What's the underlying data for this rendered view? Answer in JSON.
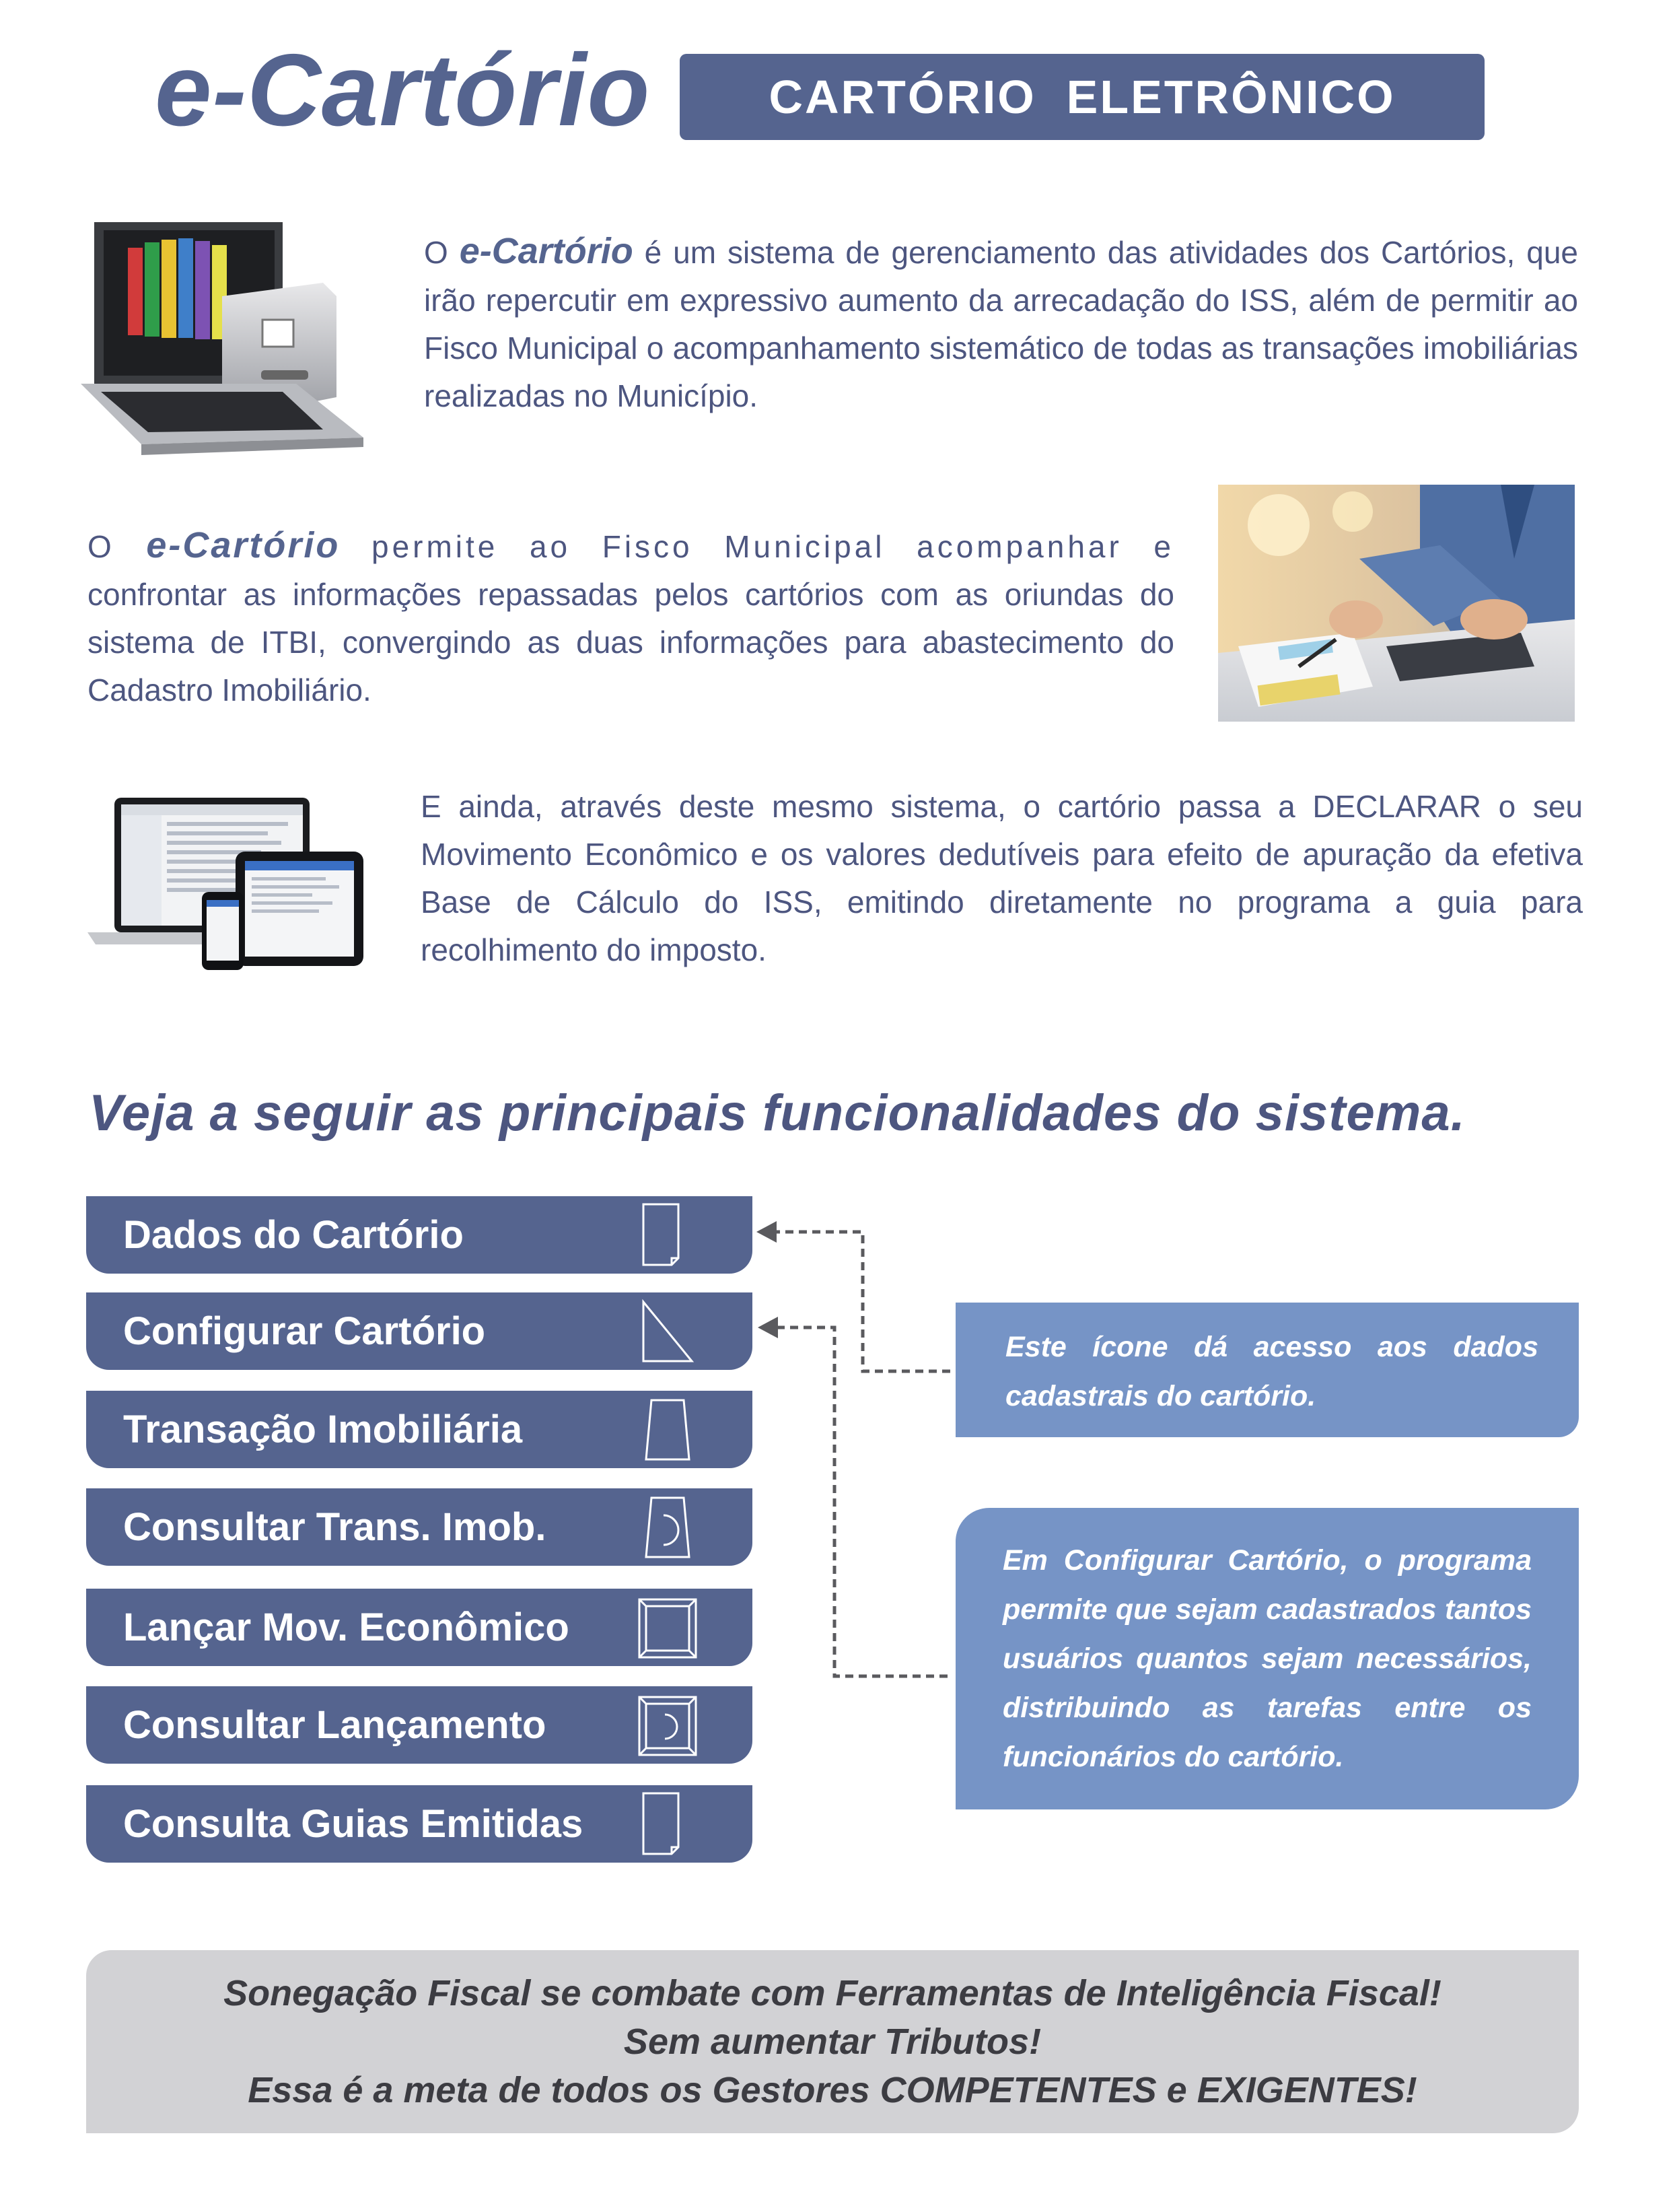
{
  "header": {
    "brand": "e-Cartório",
    "banner": "CARTÓRIO  ELETRÔNICO"
  },
  "intro": {
    "p1_lead": "O ",
    "p1_brand": "e-Cartório",
    "p1_rest": " é um  sistema de gerenciamento das atividades dos Cartórios, que irão repercutir em expressivo aumento da arrecadação do ISS, além de permitir ao Fisco Municipal o acompanhamento sistemático de todas as transações imobiliárias realizadas no Município.",
    "p2_lead": "O  ",
    "p2_brand": "e-Cartório",
    "p2_lead_rest": " permite ao Fisco Municipal acompanhar e",
    "p2_rest": " confrontar as informações repassadas pelos cartórios com as oriundas do sistema de ITBI, convergindo as duas informações para abastecimento do Cadastro Imobiliário.",
    "p3": "E ainda, através deste mesmo sistema, o cartório passa a DECLARAR o seu Movimento Econômico e os valores dedutíveis para efeito de apuração da efetiva Base de Cálculo do ISS, emitindo diretamente no programa a guia para recolhimento do imposto."
  },
  "section_heading": "Veja a seguir as principais funcionalidades do sistema.",
  "menu": [
    {
      "label": "Dados do Cartório",
      "icon": "document-icon"
    },
    {
      "label": "Configurar Cartório",
      "icon": "triangle-icon"
    },
    {
      "label": "Transação Imobiliária",
      "icon": "trapezoid-icon"
    },
    {
      "label": "Consultar Trans. Imob.",
      "icon": "trapezoid-search-icon"
    },
    {
      "label": "Lançar Mov. Econômico",
      "icon": "frame-icon"
    },
    {
      "label": "Consultar Lançamento",
      "icon": "frame-search-icon"
    },
    {
      "label": "Consulta Guias Emitidas",
      "icon": "document-icon"
    }
  ],
  "callouts": [
    "Este ícone dá acesso aos dados cadastrais do cartório.",
    "Em Configurar Cartório, o programa permite que sejam cadastrados tantos usuários quantos sejam necessários, distribuindo as tarefas entre os funcionários do cartório."
  ],
  "footer": {
    "line1": "Sonegação Fiscal se combate com Ferramentas de Inteligência Fiscal!",
    "line2": "Sem aumentar Tributos!",
    "line3": "Essa é a meta de todos os Gestores COMPETENTES e EXIGENTES!"
  },
  "colors": {
    "primary": "#55648f",
    "callout": "#7694c6",
    "footer_bg": "#d2d2d5",
    "text": "#4d5680"
  }
}
